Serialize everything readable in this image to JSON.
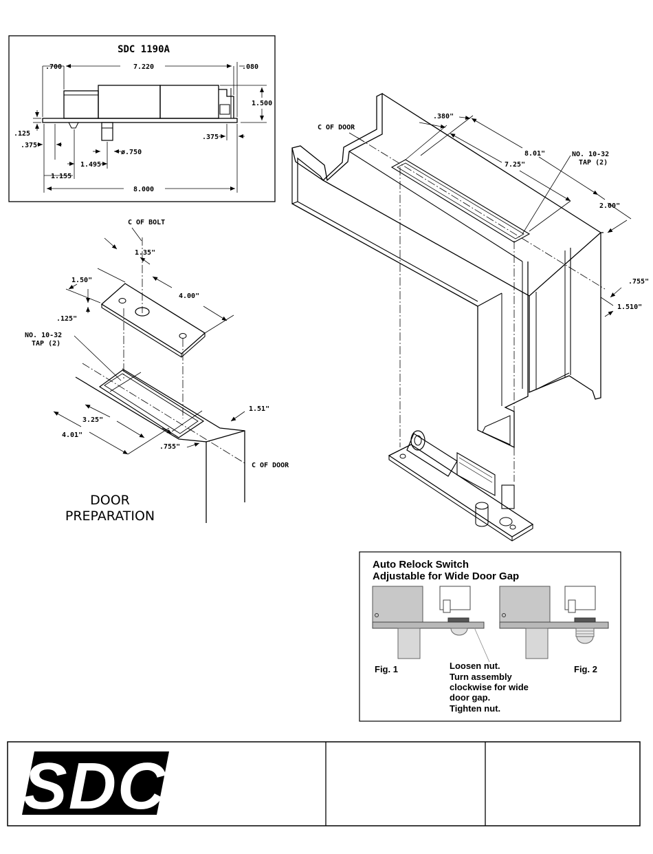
{
  "top_view": {
    "title": "SDC 1190A",
    "dims": {
      "left_offset": ".700",
      "length_top": "7.220",
      "right_offset": ".080",
      "height": "1.500",
      "thickness": ".125",
      "bolt_from_edge": ".375",
      "bolt_dia": "ø.750",
      "bolt_pos": "1.495",
      "left_pos": "1.155",
      "overall": "8.000",
      "right_hole": ".375"
    }
  },
  "door_prep": {
    "cl_bolt": "C  OF BOLT",
    "d_135": "1.35\"",
    "d_150": "1.50\"",
    "d_400": "4.00\"",
    "d_125": ".125\"",
    "tap_line1": "NO. 10-32",
    "tap_line2": "TAP (2)",
    "d_325": "3.25\"",
    "d_401": "4.01\"",
    "d_755": ".755\"",
    "d_151": "1.51\"",
    "cl_door": "C  OF DOOR",
    "caption_line1": "DOOR",
    "caption_line2": "PREPARATION"
  },
  "iso": {
    "cl_door": "C  OF DOOR",
    "d_380": ".380\"",
    "d_801": "8.01\"",
    "d_725": "7.25\"",
    "tap_line1": "NO. 10-32",
    "tap_line2": "TAP (2)",
    "d_200": "2.00\"",
    "d_755": ".755\"",
    "d_1510": "1.510\""
  },
  "switch_box": {
    "title_line1": "Auto Relock Switch",
    "title_line2": "Adjustable for Wide Door Gap",
    "fig1": "Fig. 1",
    "fig2": "Fig. 2",
    "instructions": [
      "Loosen nut.",
      "Turn assembly",
      "clockwise for wide",
      "door gap.",
      "Tighten nut."
    ]
  },
  "footer": {
    "logo": "SDC"
  }
}
